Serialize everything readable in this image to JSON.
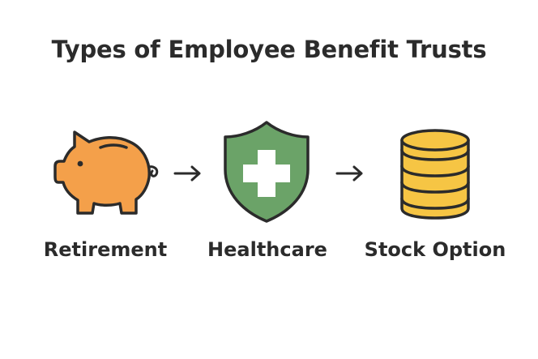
{
  "title": "Types of Employee Benefit Trusts",
  "items": [
    {
      "label": "Retirement",
      "icon": "piggy-bank-icon",
      "color": "#F4A04A"
    },
    {
      "label": "Healthcare",
      "icon": "medical-shield-icon",
      "color": "#6BA368"
    },
    {
      "label": "Stock Option",
      "icon": "coin-stack-icon",
      "color": "#F6C544"
    }
  ],
  "connectors": [
    {
      "icon": "arrow-right-icon"
    },
    {
      "icon": "arrow-right-icon"
    }
  ],
  "colors": {
    "outline": "#2B2B2B",
    "text": "#2B2B2B",
    "background": "#FFFFFF"
  }
}
